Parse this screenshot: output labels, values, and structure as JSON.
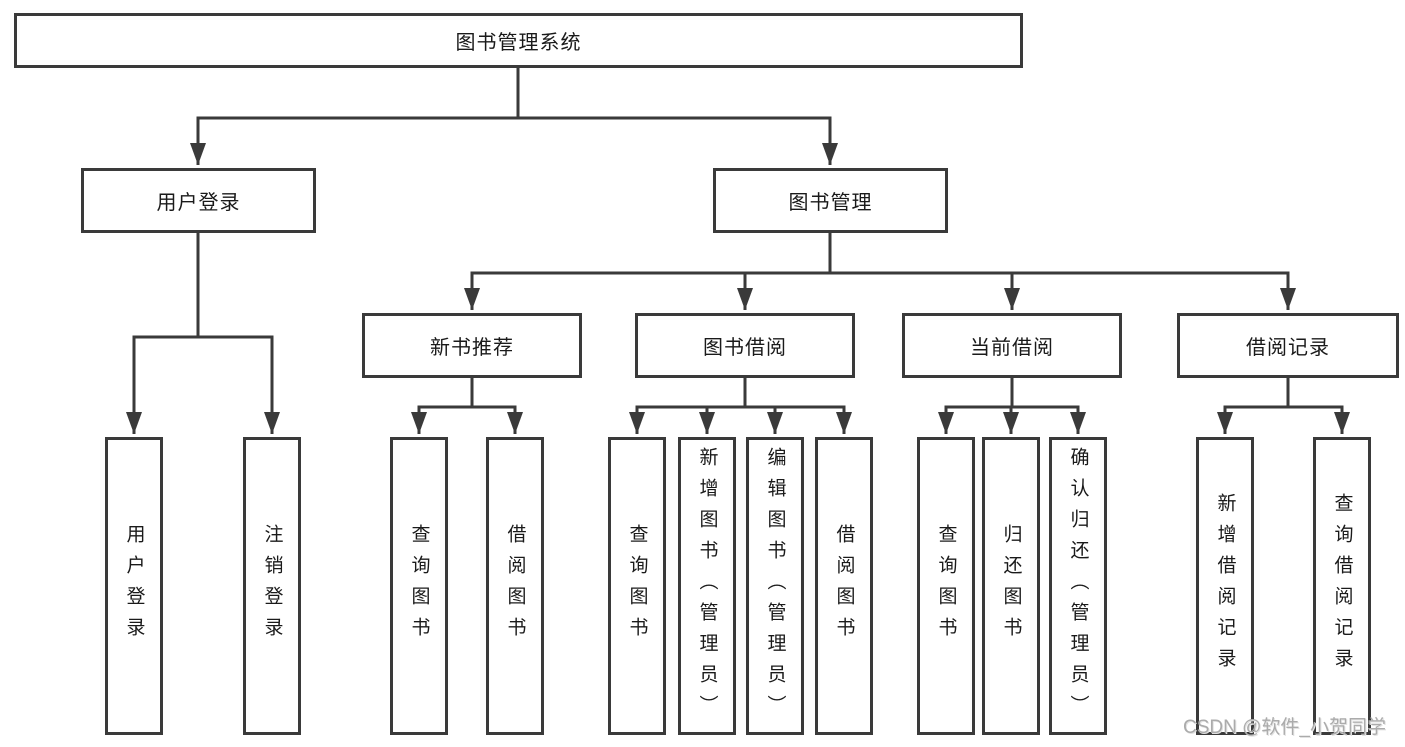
{
  "tree": {
    "root": "图书管理系统",
    "children": [
      {
        "label": "用户登录",
        "children": [
          {
            "label": "用户登录"
          },
          {
            "label": "注销登录"
          }
        ]
      },
      {
        "label": "图书管理",
        "children": [
          {
            "label": "新书推荐",
            "children": [
              {
                "label": "查询图书"
              },
              {
                "label": "借阅图书"
              }
            ]
          },
          {
            "label": "图书借阅",
            "children": [
              {
                "label": "查询图书"
              },
              {
                "label": "新增图书（管理员）"
              },
              {
                "label": "编辑图书（管理员）"
              },
              {
                "label": "借阅图书"
              }
            ]
          },
          {
            "label": "当前借阅",
            "children": [
              {
                "label": "查询图书"
              },
              {
                "label": "归还图书"
              },
              {
                "label": "确认归还（管理员）"
              }
            ]
          },
          {
            "label": "借阅记录",
            "children": [
              {
                "label": "新增借阅记录"
              },
              {
                "label": "查询借阅记录"
              }
            ]
          }
        ]
      }
    ]
  },
  "watermark": {
    "text": "CSDN @软件_小贺同学"
  },
  "colors": {
    "line": "#3a3a3a",
    "text": "#1a1a1a",
    "watermark": "#ababab",
    "background": "#ffffff"
  }
}
